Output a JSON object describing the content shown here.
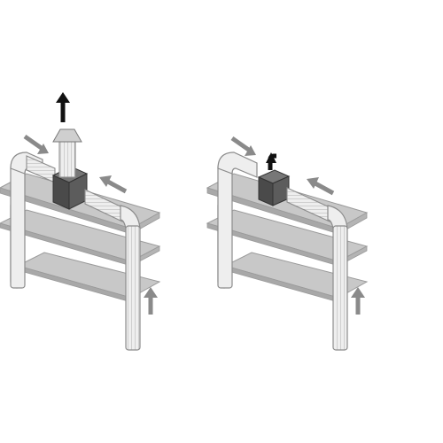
{
  "figure": {
    "panels": [
      {
        "id": "left",
        "variant": "vertical-exhaust-stack"
      },
      {
        "id": "right",
        "variant": "inline-fan-no-stack"
      }
    ]
  },
  "colors": {
    "background": "#ffffff",
    "shelf": "#c8c8c8",
    "shelf_edge": "#9a9a9a",
    "pipe": "#eeeeee",
    "pipe_edge": "#8c8c8c",
    "fan_box": "#4a4a4a",
    "arrow_gray": "#8a8a8a",
    "arrow_black": "#111111"
  },
  "icons": {
    "flow_arrow": "flow-arrow-icon",
    "exhaust_arrow": "exhaust-arrow-icon"
  }
}
